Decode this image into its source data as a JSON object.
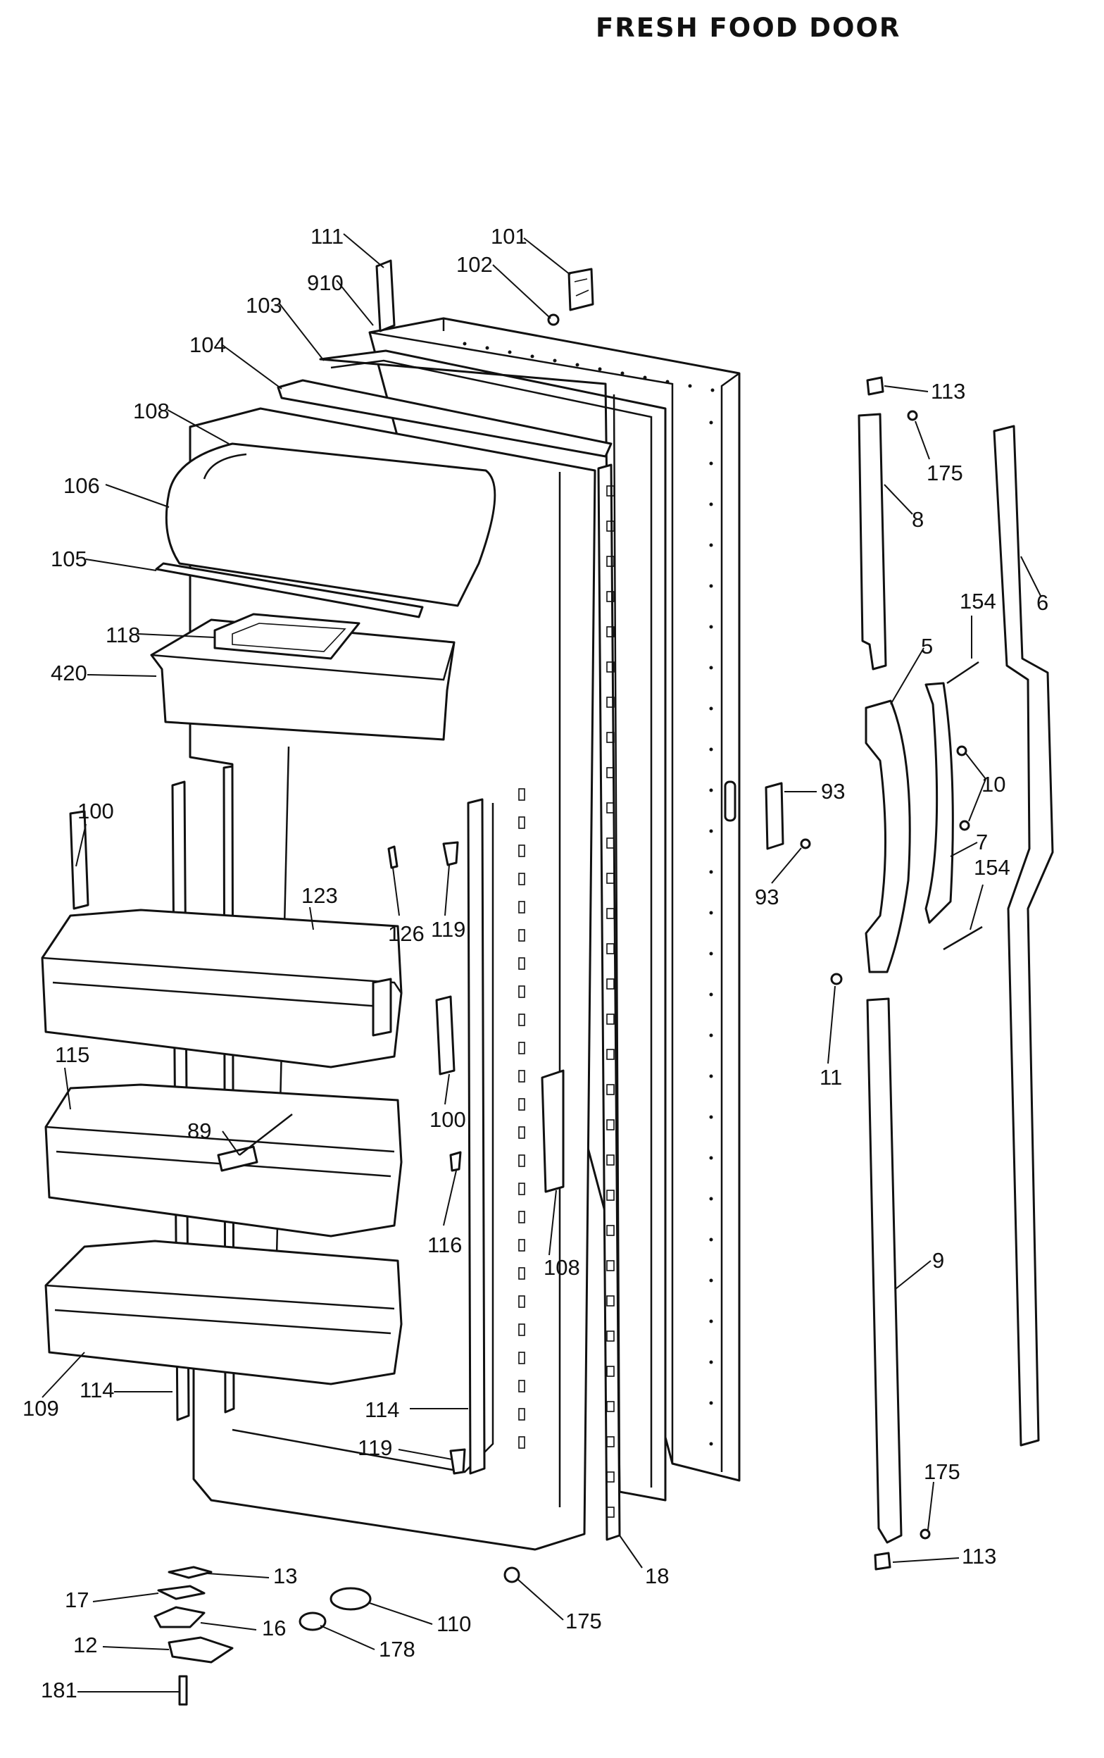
{
  "title": "FRESH FOOD DOOR",
  "callouts": [
    {
      "id": "c111",
      "text": "111"
    },
    {
      "id": "c910",
      "text": "910"
    },
    {
      "id": "c101",
      "text": "101"
    },
    {
      "id": "c102",
      "text": "102"
    },
    {
      "id": "c103",
      "text": "103"
    },
    {
      "id": "c104",
      "text": "104"
    },
    {
      "id": "c108a",
      "text": "108"
    },
    {
      "id": "c106",
      "text": "106"
    },
    {
      "id": "c105",
      "text": "105"
    },
    {
      "id": "c118",
      "text": "118"
    },
    {
      "id": "c420",
      "text": "420"
    },
    {
      "id": "c100a",
      "text": "100"
    },
    {
      "id": "c123",
      "text": "123"
    },
    {
      "id": "c126",
      "text": "126"
    },
    {
      "id": "c119a",
      "text": "119"
    },
    {
      "id": "c115",
      "text": "115"
    },
    {
      "id": "c89",
      "text": "89"
    },
    {
      "id": "c100b",
      "text": "100"
    },
    {
      "id": "c116",
      "text": "116"
    },
    {
      "id": "c108b",
      "text": "108"
    },
    {
      "id": "c109",
      "text": "109"
    },
    {
      "id": "c114a",
      "text": "114"
    },
    {
      "id": "c114b",
      "text": "114"
    },
    {
      "id": "c119b",
      "text": "119"
    },
    {
      "id": "c13",
      "text": "13"
    },
    {
      "id": "c17",
      "text": "17"
    },
    {
      "id": "c16",
      "text": "16"
    },
    {
      "id": "c12",
      "text": "12"
    },
    {
      "id": "c181",
      "text": "181"
    },
    {
      "id": "c178",
      "text": "178"
    },
    {
      "id": "c110",
      "text": "110"
    },
    {
      "id": "c175a",
      "text": "175"
    },
    {
      "id": "c18",
      "text": "18"
    },
    {
      "id": "c93a",
      "text": "93"
    },
    {
      "id": "c93b",
      "text": "93"
    },
    {
      "id": "c113a",
      "text": "113"
    },
    {
      "id": "c175b",
      "text": "175"
    },
    {
      "id": "c8",
      "text": "8"
    },
    {
      "id": "c5",
      "text": "5"
    },
    {
      "id": "c154a",
      "text": "154"
    },
    {
      "id": "c6",
      "text": "6"
    },
    {
      "id": "c10",
      "text": "10"
    },
    {
      "id": "c7",
      "text": "7"
    },
    {
      "id": "c154b",
      "text": "154"
    },
    {
      "id": "c11",
      "text": "11"
    },
    {
      "id": "c9",
      "text": "9"
    },
    {
      "id": "c175c",
      "text": "175"
    },
    {
      "id": "c113b",
      "text": "113"
    }
  ]
}
